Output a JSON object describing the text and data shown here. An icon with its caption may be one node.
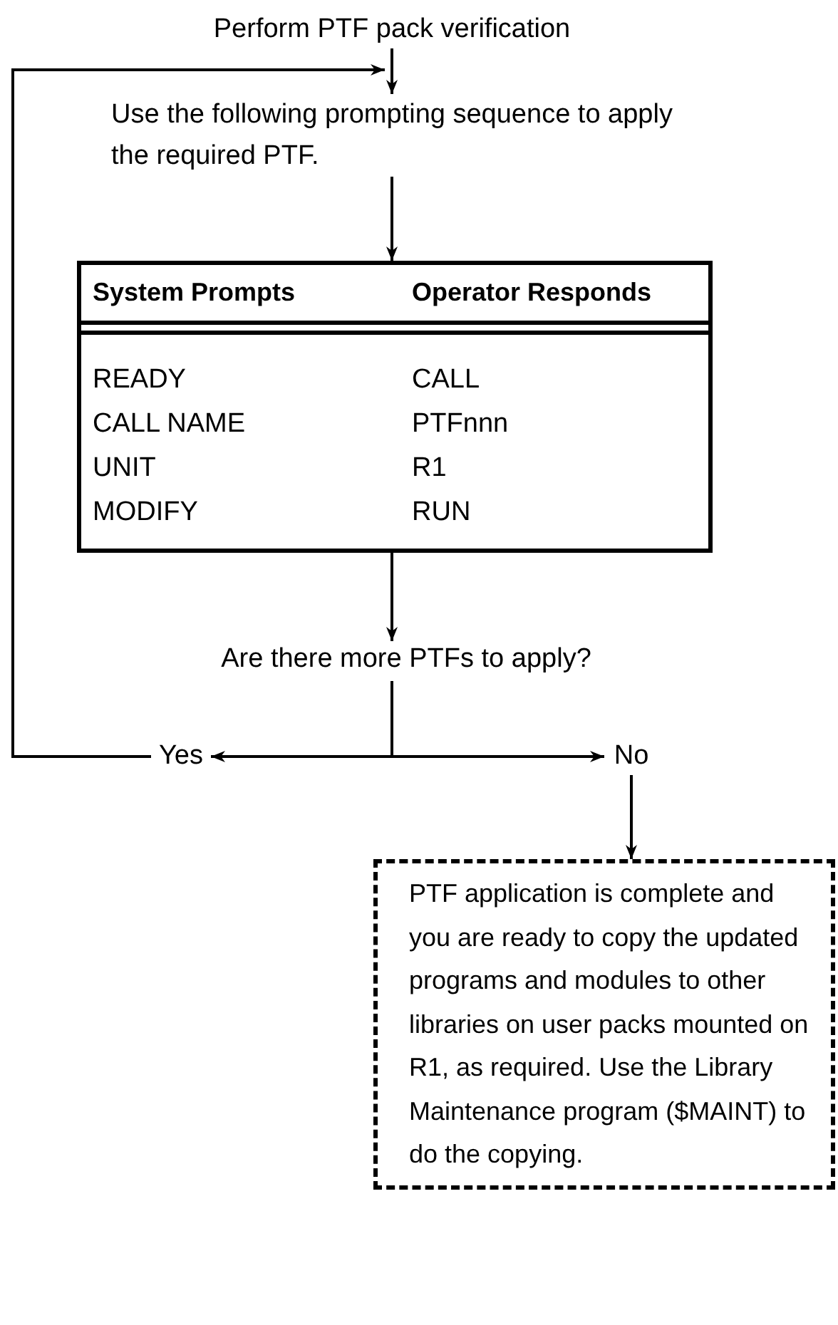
{
  "diagram": {
    "nodes": [
      {
        "text": [
          "Perform PTF pack verification"
        ]
      },
      {
        "text": [
          "Use the following prompting sequence to apply the required PTF."
        ]
      },
      {
        "text": [
          "System Prompts",
          "Operator Responds",
          "READY",
          "CALL",
          "CALL NAME",
          "PTFnnn",
          "UNIT",
          "R1",
          "MODIFY",
          "RUN"
        ]
      },
      {
        "text": [
          "Are there more PTFs to apply?"
        ]
      },
      {
        "text": [
          "Yes"
        ]
      },
      {
        "text": [
          "No"
        ]
      },
      {
        "text": [
          "PTF application is complete and you are ready to copy the updated programs and modules to other libraries on user packs mounted on R1, as required. Use the Library Maintenance program ($MAINT) to do the copying."
        ]
      }
    ],
    "edges": [
      {
        "from": 0,
        "to": 1,
        "arrow": "to"
      },
      {
        "from": 4,
        "to": 1,
        "arrow": "to"
      },
      {
        "from": 1,
        "to": 2,
        "arrow": "to"
      },
      {
        "from": 2,
        "to": 3,
        "arrow": "to"
      },
      {
        "from": 3,
        "to": 4,
        "arrow": "to"
      },
      {
        "from": 3,
        "to": 5,
        "arrow": "to"
      },
      {
        "from": 5,
        "to": 6,
        "arrow": "to"
      }
    ]
  }
}
